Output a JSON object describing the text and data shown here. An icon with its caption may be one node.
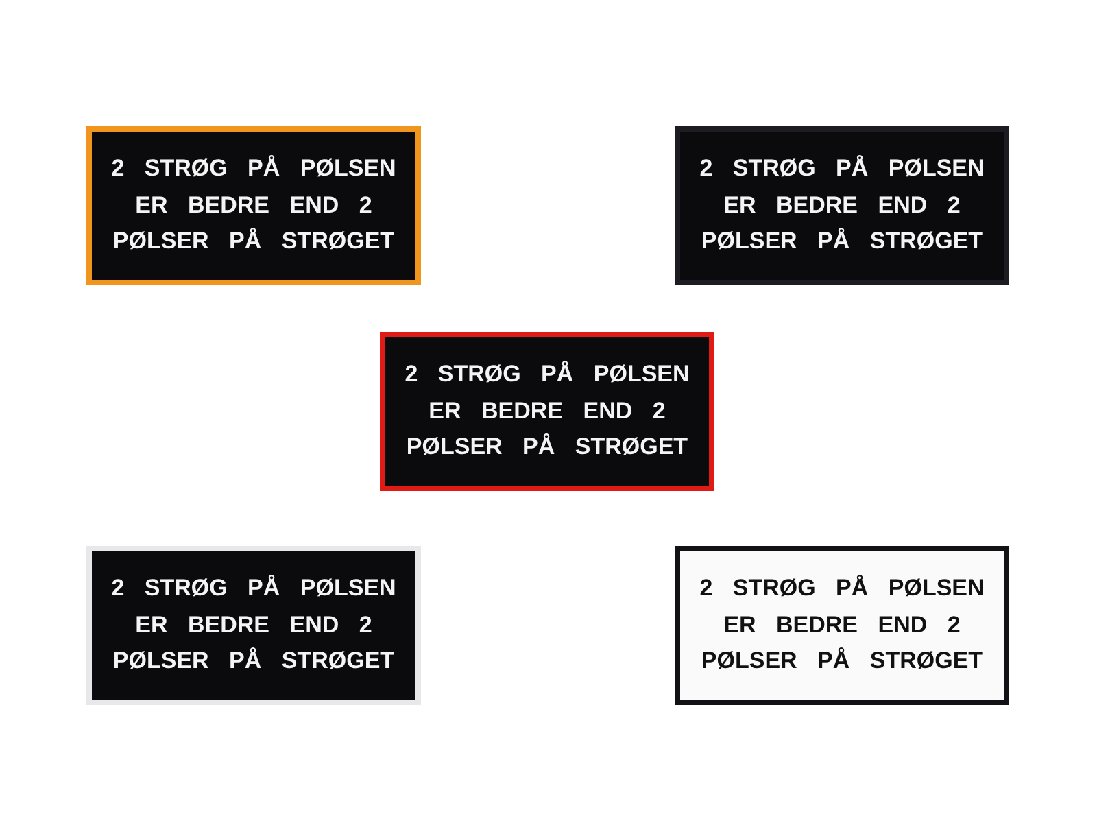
{
  "diagram": {
    "nodes": [
      {
        "text": [
          "2 STRØG PÅ PØLSEN ER BEDRE END 2 PØLSER PÅ STRØGET"
        ]
      },
      {
        "text": [
          "2 STRØG PÅ PØLSEN ER BEDRE END 2 PØLSER PÅ STRØGET"
        ]
      },
      {
        "text": [
          "2 STRØG PÅ PØLSEN ER BEDRE END 2 PØLSER PÅ STRØGET"
        ]
      },
      {
        "text": [
          "2 STRØG PÅ PØLSEN ER BEDRE END 2 PØLSER PÅ STRØGET"
        ]
      },
      {
        "text": [
          "2 STRØG PÅ PØLSEN ER BEDRE END 2 PØLSER PÅ STRØGET"
        ]
      }
    ]
  }
}
